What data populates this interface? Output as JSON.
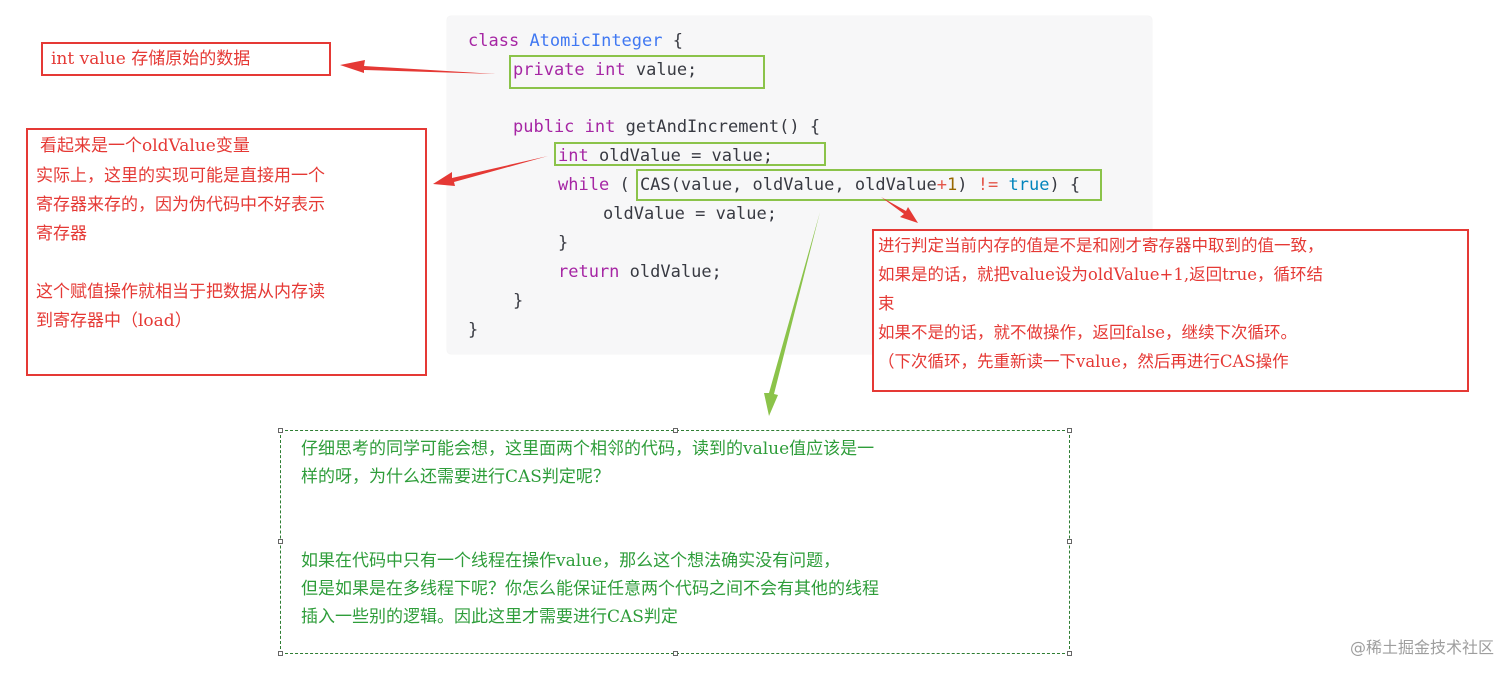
{
  "code": {
    "line1": {
      "kw": "class",
      "name": "AtomicInteger",
      "brace": "{"
    },
    "line2": {
      "kw1": "private",
      "kw2": "int",
      "rest": "value;"
    },
    "line4": {
      "kw1": "public",
      "kw2": "int",
      "rest": "getAndIncrement() {"
    },
    "line5": {
      "kw": "int",
      "rest": "oldValue = value;"
    },
    "line6": {
      "kw": "while",
      "open": "(",
      "cas": "CAS(value, oldValue, oldValue",
      "plus": "+",
      "one": "1",
      "close": ")",
      "neq": "!=",
      "lit": "true",
      "tail": ") {"
    },
    "line7": {
      "text": "oldValue = value;"
    },
    "line8": {
      "text": "}"
    },
    "line9": {
      "kw": "return",
      "rest": "oldValue;"
    },
    "line10": {
      "text": "}"
    },
    "line11": {
      "text": "}"
    }
  },
  "notes": {
    "value_note": "int value 存储原始的数据",
    "oldvalue_note": {
      "line1": "看起来是一个oldValue变量",
      "line2": "实际上，这里的实现可能是直接用一个",
      "line3": "寄存器来存的，因为伪代码中不好表示",
      "line4": "寄存器",
      "line5": "这个赋值操作就相当于把数据从内存读",
      "line6": "到寄存器中（load）"
    },
    "cas_note": {
      "line1": "进行判定当前内存的值是不是和刚才寄存器中取到的值一致，",
      "line2": "如果是的话，就把value设为oldValue+1,返回true，循环结",
      "line3": "束",
      "line4": "如果不是的话，就不做操作，返回false，继续下次循环。",
      "line5": "（下次循环，先重新读一下value，然后再进行CAS操作"
    },
    "thread_note": {
      "line1": "仔细思考的同学可能会想，这里面两个相邻的代码，读到的value值应该是一",
      "line2": "样的呀，为什么还需要进行CAS判定呢？",
      "line3": "如果在代码中只有一个线程在操作value，那么这个想法确实没有问题，",
      "line4": "但是如果是在多线程下呢？你怎么能保证任意两个代码之间不会有其他的线程",
      "line5": "插入一些别的逻辑。因此这里才需要进行CAS判定"
    }
  },
  "watermark": "@稀土掘金技术社区",
  "colors": {
    "note_red": "#e53935",
    "note_green": "#2e9d3a",
    "highlight_green": "#8bc34a",
    "arrow_red": "#e53935",
    "arrow_green": "#8bc34a"
  }
}
